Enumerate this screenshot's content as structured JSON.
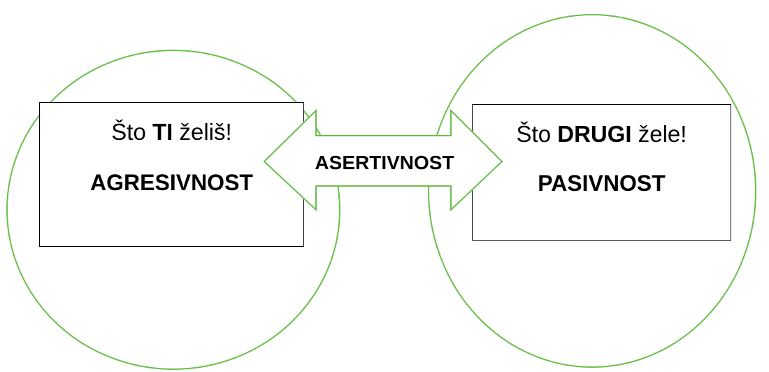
{
  "colors": {
    "circle_stroke": "#6abf4b",
    "arrow_stroke": "#6abf4b",
    "box_border": "#000000",
    "text": "#000000"
  },
  "left": {
    "question_prefix": "Što ",
    "question_emphasis": "TI",
    "question_suffix": " želiš!",
    "concept": "AGRESIVNOST"
  },
  "right": {
    "question_prefix": "Što ",
    "question_emphasis": "DRUGI",
    "question_suffix": " žele!",
    "concept": "PASIVNOST"
  },
  "arrow": {
    "label": "ASERTIVNOST",
    "type": "double-headed-arrow"
  }
}
